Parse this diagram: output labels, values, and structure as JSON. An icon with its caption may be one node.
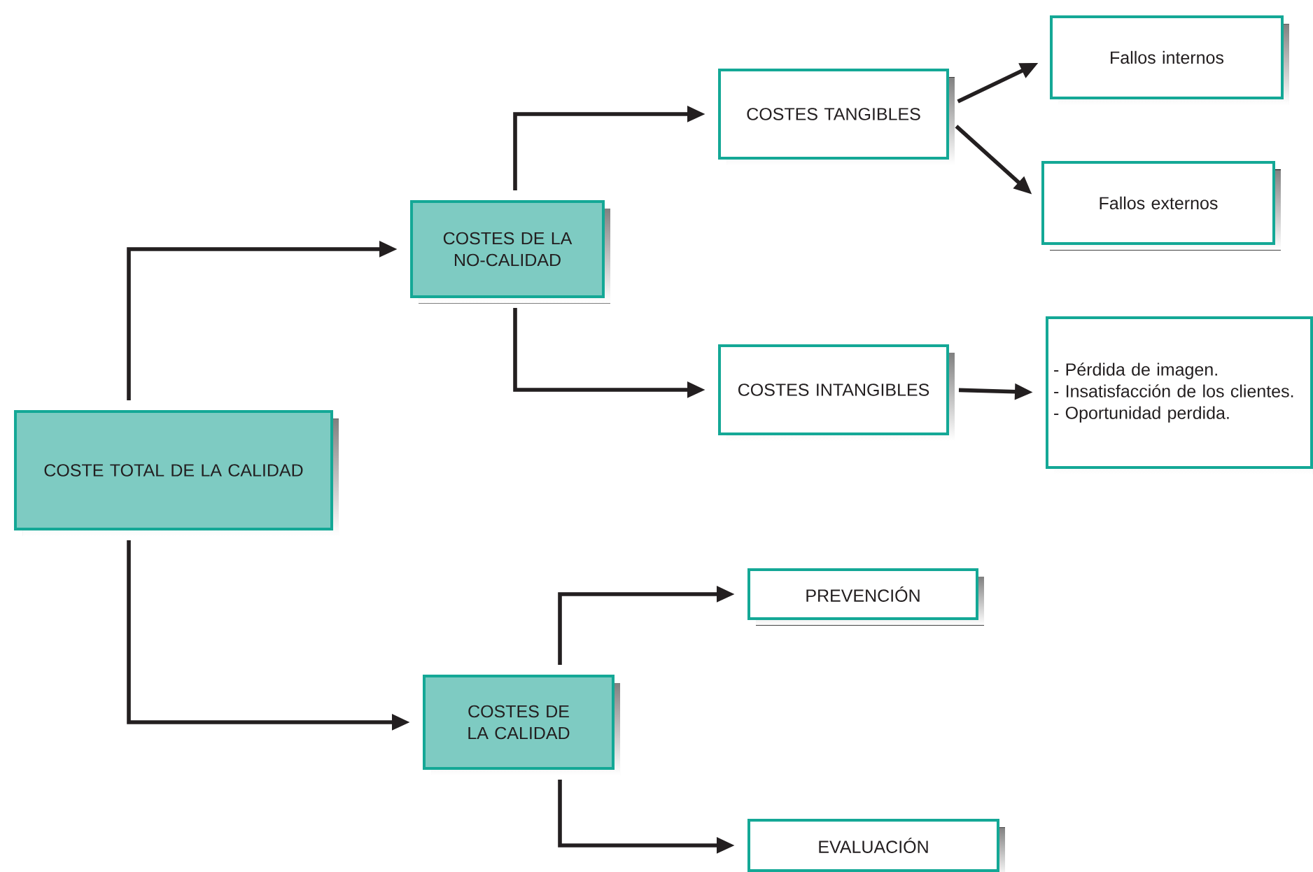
{
  "diagram": {
    "nodes": [
      {
        "text": [
          "COSTE TOTAL DE LA CALIDAD"
        ]
      },
      {
        "text": [
          "COSTES DE LA NO-CALIDAD"
        ]
      },
      {
        "text": [
          "COSTES TANGIBLES"
        ]
      },
      {
        "text": [
          "Fallos internos"
        ]
      },
      {
        "text": [
          "Fallos externos"
        ]
      },
      {
        "text": [
          "COSTES INTANGIBLES"
        ]
      },
      {
        "text": [
          "- Pérdida de imagen.",
          "- Insatisfacción de los clientes.",
          "- Oportunidad perdida."
        ]
      },
      {
        "text": [
          "COSTES DE LA CALIDAD"
        ]
      },
      {
        "text": [
          "PREVENCIÓN"
        ]
      },
      {
        "text": [
          "EVALUACIÓN"
        ]
      }
    ],
    "edges": [
      {
        "from": 0,
        "to": 1,
        "arrow": "to"
      },
      {
        "from": 0,
        "to": 7,
        "arrow": "to"
      },
      {
        "from": 1,
        "to": 2,
        "arrow": "to"
      },
      {
        "from": 1,
        "to": 5,
        "arrow": "to"
      },
      {
        "from": 2,
        "to": 3,
        "arrow": "to"
      },
      {
        "from": 2,
        "to": 4,
        "arrow": "to"
      },
      {
        "from": 5,
        "to": 6,
        "arrow": "to"
      },
      {
        "from": 7,
        "to": 8,
        "arrow": "to"
      },
      {
        "from": 7,
        "to": 9,
        "arrow": "to"
      }
    ]
  }
}
